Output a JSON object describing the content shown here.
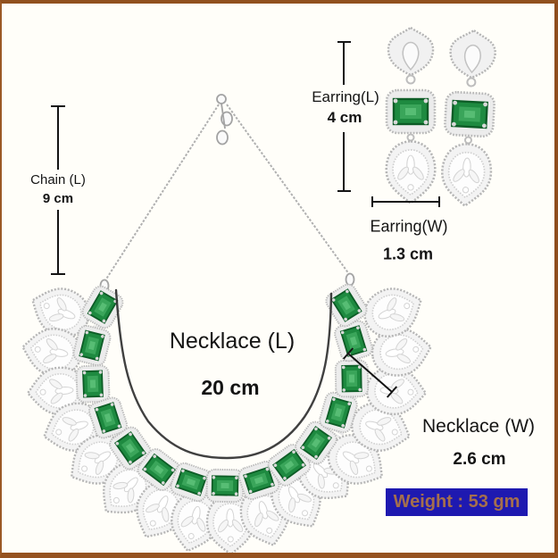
{
  "product": {
    "type": "jewelry-set-dimension-photo",
    "measurements": {
      "chain": {
        "label": "Chain (L)",
        "value": "9 cm"
      },
      "earring_length": {
        "label": "Earring(L)",
        "value": "4 cm"
      },
      "earring_width": {
        "label": "Earring(W)",
        "value": "1.3 cm"
      },
      "necklace_length": {
        "label": "Necklace (L)",
        "value": "20 cm"
      },
      "necklace_width": {
        "label": "Necklace (W)",
        "value": "2.6 cm"
      }
    },
    "weight": {
      "label": "Weight : 53 gm"
    },
    "colors": {
      "gem_green": "#1e8a40",
      "gem_green_dark": "#0d5c26",
      "gem_green_light": "#3aa55a",
      "metal_silver": "#b9b9b9",
      "badge_background": "#1e19b0",
      "badge_text": "#a56f4d",
      "frame_brown": "#95521f",
      "dimension_line": "#141414"
    }
  }
}
